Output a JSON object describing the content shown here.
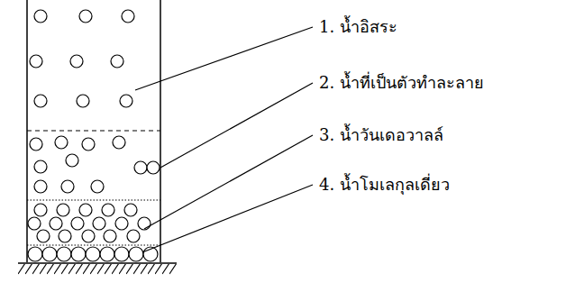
{
  "diagram": {
    "labels": [
      "1. น้ำอิสระ",
      "2. น้ำที่เป็นตัวทำละลาย",
      "3. น้ำวันเดอวาลล์",
      "4. น้ำโมเลกุลเดี่ยว"
    ]
  }
}
